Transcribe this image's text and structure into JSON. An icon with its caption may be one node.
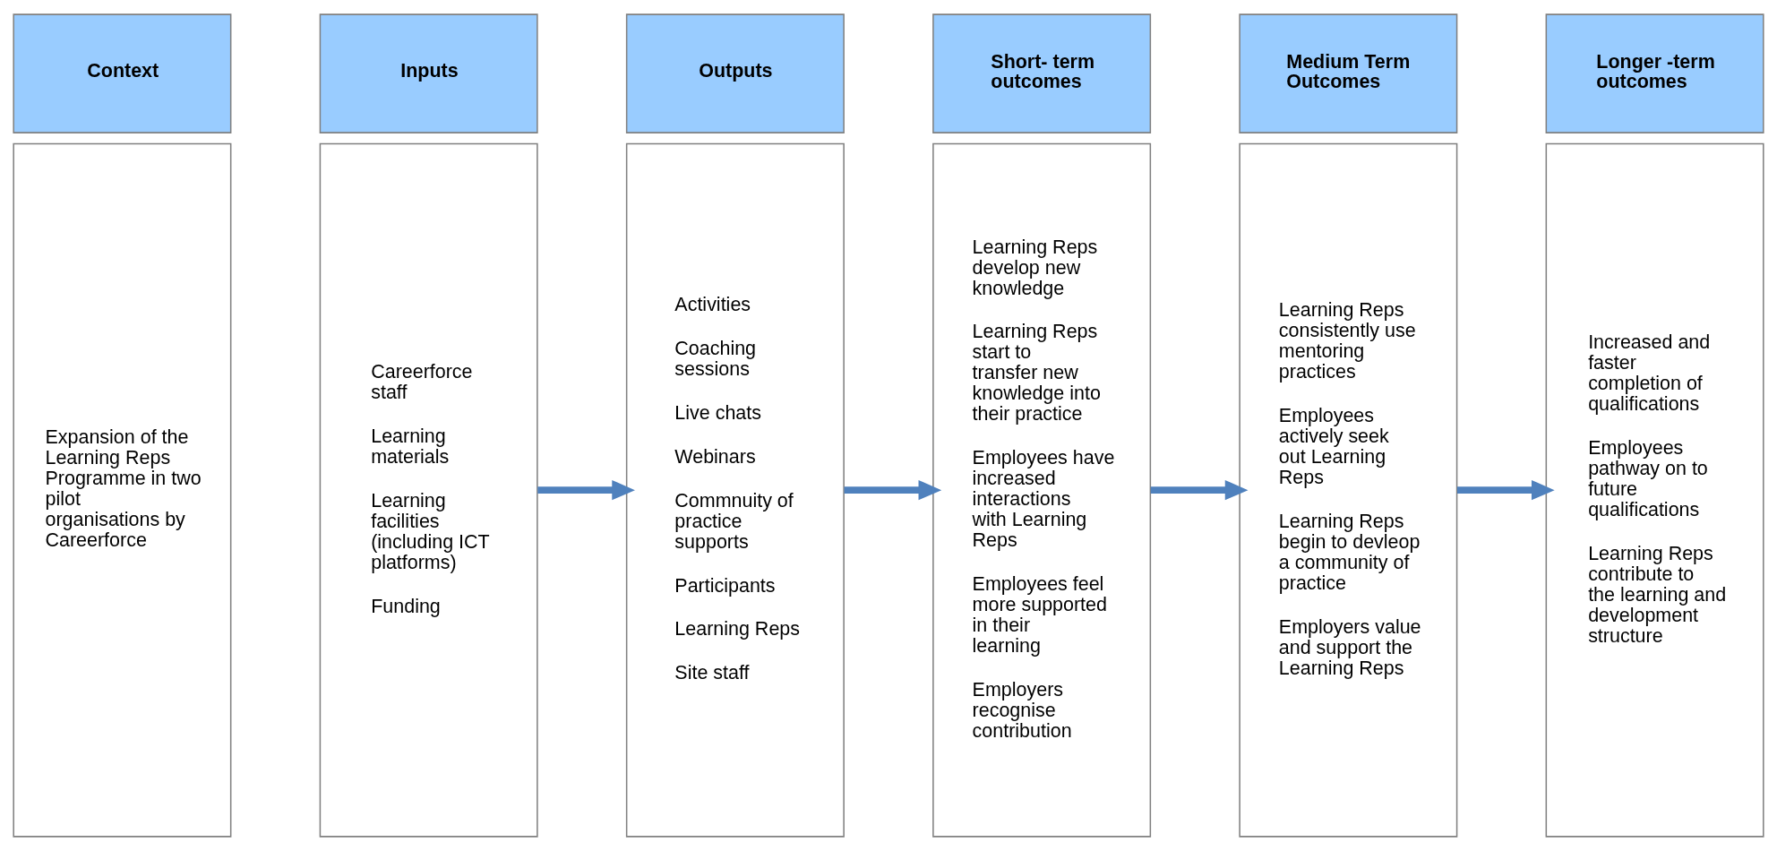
{
  "diagram": {
    "nodes": [
      {
        "text": [
          "Context"
        ]
      },
      {
        "text": [
          "Expansion of the Learning Reps Programme in two pilot organisations by Careerforce"
        ]
      },
      {
        "text": [
          "Inputs"
        ]
      },
      {
        "text": [
          "Careerforce staff",
          "Learning materials",
          "Learning facilities (including ICT platforms)",
          "Funding"
        ]
      },
      {
        "text": [
          "Outputs"
        ]
      },
      {
        "text": [
          "Activities",
          "Coaching sessions",
          "Live chats",
          "Webinars",
          "Commnuity of practice supports",
          "Participants",
          "Learning Reps",
          "Site staff"
        ]
      },
      {
        "text": [
          "Short- term outcomes"
        ]
      },
      {
        "text": [
          "Learning Reps develop new knowledge",
          "Learning Reps start to transfer new knowledge into their practice",
          "Employees have increased interactions with Learning Reps",
          "Employees feel more supported in their learning",
          "Employers recognise contribution"
        ]
      },
      {
        "text": [
          "Medium Term Outcomes"
        ]
      },
      {
        "text": [
          "Learning Reps consistently use mentoring practices",
          "Employees actively seek out Learning Reps",
          "Learning Reps begin to devleop a community of practice",
          "Employers value and support the Learning Reps"
        ]
      },
      {
        "text": [
          "Longer -term outcomes"
        ]
      },
      {
        "text": [
          "Increased and faster completion of qualifications",
          "Employees pathway on to future qualifications",
          "Learning Reps contribute to the learning and development structure"
        ]
      }
    ],
    "edges": [
      {
        "from": 3,
        "to": 5,
        "arrow": "to"
      },
      {
        "from": 5,
        "to": 7,
        "arrow": "to"
      },
      {
        "from": 7,
        "to": 9,
        "arrow": "to"
      },
      {
        "from": 9,
        "to": 11,
        "arrow": "to"
      }
    ]
  }
}
